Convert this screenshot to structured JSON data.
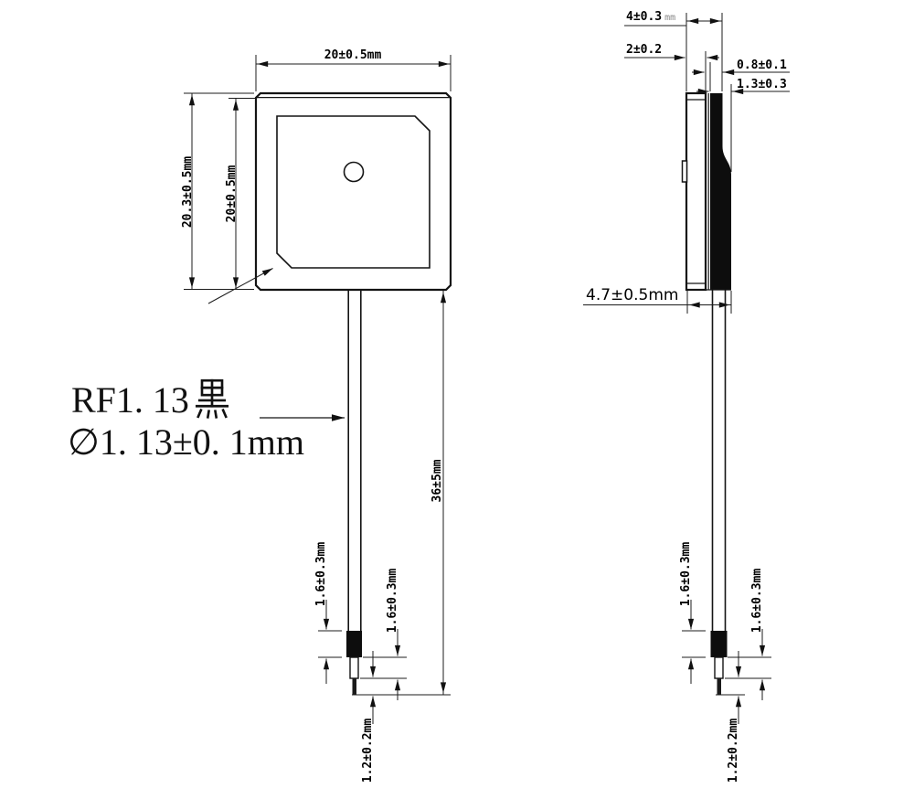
{
  "front_view": {
    "dim_width_top": "20±0.5mm",
    "dim_height_outer": "20.3±0.5mm",
    "dim_height_inner": "20±0.5mm",
    "dim_cable_length": "36±5mm",
    "dim_shrink_tube": "1.6±0.3mm",
    "dim_stripped": "1.6±0.3mm",
    "dim_tip": "1.2±0.2mm"
  },
  "side_view": {
    "dim_width_top": "4±0.3",
    "dim_width_top_unit": "mm",
    "dim_ceramic": "2±0.2",
    "dim_layer_inner": "0.8±0.1",
    "dim_layer_outer": "1.3±0.3",
    "dim_width_bottom": "4.7±0.5mm",
    "dim_shrink_tube": "1.6±0.3mm",
    "dim_stripped": "1.6±0.3mm",
    "dim_tip": "1.2±0.2mm"
  },
  "cable_note": {
    "line1_latin": "RF1. 13",
    "line1_cjk": "黑",
    "line2": "∅1. 13±0. 1mm"
  },
  "colors": {
    "line": "#141414",
    "fill_black": "#0d0d0d",
    "background": "#ffffff"
  }
}
